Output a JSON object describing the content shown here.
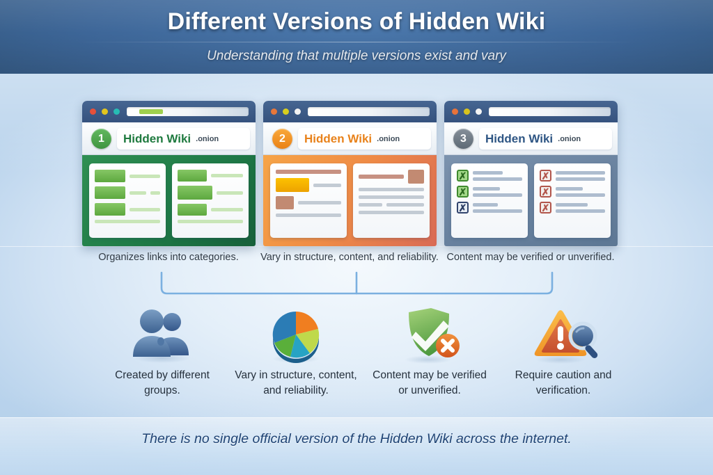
{
  "header": {
    "title": "Different Versions of Hidden Wiki",
    "subtitle": "Understanding that multiple versions exist and vary"
  },
  "windows": [
    {
      "badge_number": "1",
      "site_name": "Hidden Wiki",
      "site_tld": ".onion",
      "accent_color": "#4ca44c",
      "title_color": "#1f7a3f",
      "theme": "green",
      "caption": "Organizes links into categories.",
      "dots": [
        "#e8503a",
        "#e3c51d",
        "#27bdb4"
      ]
    },
    {
      "badge_number": "2",
      "site_name": "Hidden Wiki",
      "site_tld": ".onion",
      "accent_color": "#ef8f22",
      "title_color": "#e8821b",
      "theme": "orange",
      "caption": "Vary in structure, content, and reliability.",
      "dots": [
        "#e8773a",
        "#d9cf1d",
        "#f2f2f2"
      ]
    },
    {
      "badge_number": "3",
      "site_name": "Hidden Wiki",
      "site_tld": ".onion",
      "accent_color": "#6c7680",
      "title_color": "#2f5684",
      "theme": "blue",
      "caption": "Content may be verified or unverified.",
      "dots": [
        "#e8733a",
        "#d9c31d",
        "#f4f4f4"
      ]
    }
  ],
  "features": [
    {
      "icon": "people-icon",
      "label": "Created by different groups."
    },
    {
      "icon": "pie-chart-icon",
      "label": "Vary in structure, content, and reliability."
    },
    {
      "icon": "shield-check-icon",
      "label": "Content may be verified or unverified."
    },
    {
      "icon": "warning-magnifier-icon",
      "label": "Require caution and verification."
    }
  ],
  "pie_segments": [
    {
      "name": "orange",
      "color": "#f07e20"
    },
    {
      "name": "yellow-green",
      "color": "#bfd94b"
    },
    {
      "name": "teal",
      "color": "#27a3c4"
    },
    {
      "name": "green",
      "color": "#5aaf3a"
    },
    {
      "name": "blue",
      "color": "#2b7cb5"
    }
  ],
  "footer": {
    "text": "There is no single official version of the Hidden Wiki across the internet."
  },
  "colors": {
    "header_blue": "#3d6698",
    "bracket_blue": "#7bb0e0",
    "footer_text": "#1e4374"
  }
}
